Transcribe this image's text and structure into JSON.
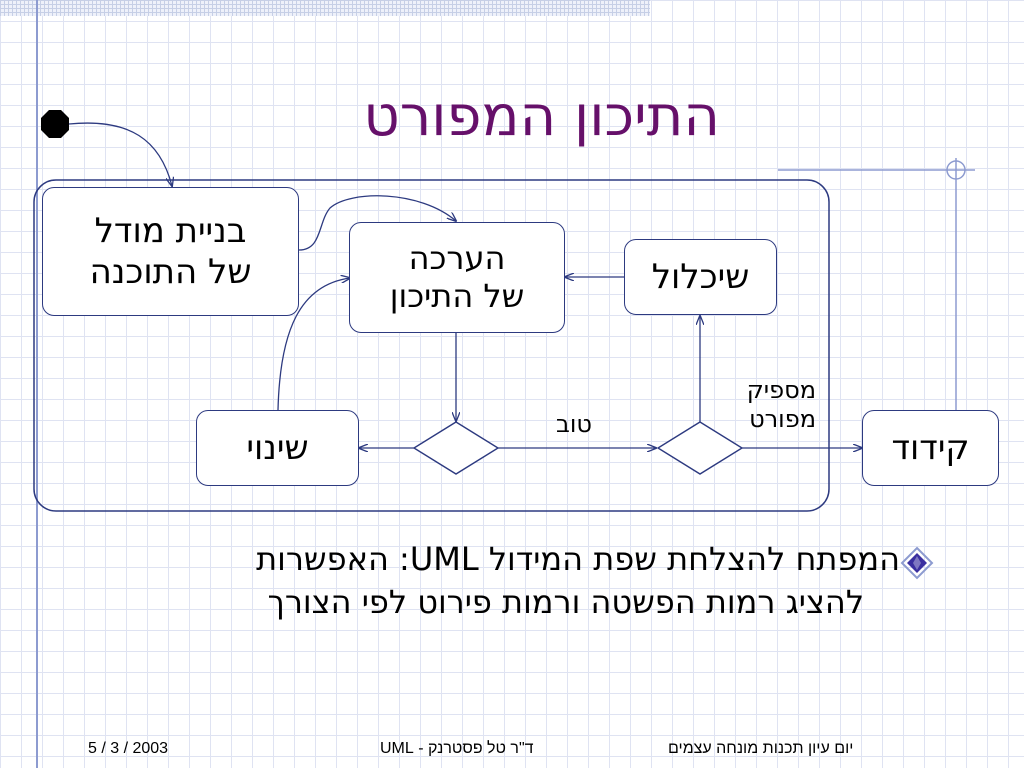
{
  "slide": {
    "title": "התיכון המפורט"
  },
  "diagram": {
    "nodes": {
      "model": [
        "בניית מודל",
        "של התוכנה"
      ],
      "evaluation": [
        "הערכה",
        "של התיכון"
      ],
      "refinement": "שיכלול",
      "change": "שינוי",
      "coding": "קידוד"
    },
    "edge_labels": {
      "good": "טוב",
      "detailed_enough": [
        "מספיק",
        "מפורט"
      ]
    }
  },
  "bullet": {
    "lines": [
      "המפתח להצלחת שפת המידול UML: האפשרות",
      "להציג רמות הפשטה ורמות פירוט לפי הצורך"
    ]
  },
  "footer": {
    "date": "5 / 3 / 2003",
    "author": "ד\"ר טל פסטרנק  -  UML",
    "event": "יום עיון תכנות מונחה עצמים"
  },
  "colors": {
    "title": "#66106a",
    "lines": "#2d3a80",
    "grid": "#dfe3f2",
    "bullet": "#3a2fa0"
  }
}
